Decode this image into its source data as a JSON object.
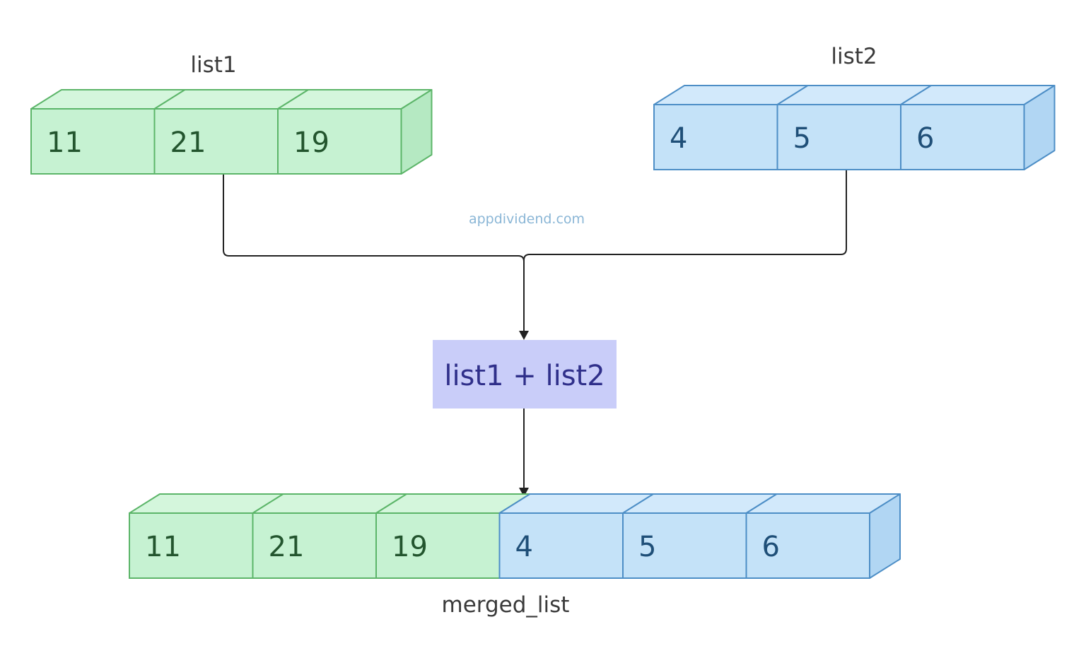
{
  "colors": {
    "green_fill": "#c6f2d2",
    "green_top": "#d4f6dc",
    "green_side": "#b5e9c2",
    "green_stroke": "#5cb569",
    "blue_fill": "#c4e2f8",
    "blue_top": "#d2e9fb",
    "blue_side": "#b1d6f3",
    "blue_stroke": "#4d8ec6",
    "operation_fill": "#c9cdf9",
    "connector": "#222222"
  },
  "list1": {
    "label": "list1",
    "values": [
      "11",
      "21",
      "19"
    ]
  },
  "list2": {
    "label": "list2",
    "values": [
      "4",
      "5",
      "6"
    ]
  },
  "watermark": "appdividend.com",
  "operation": {
    "label": "list1 + list2"
  },
  "merged_list": {
    "label": "merged_list",
    "values": [
      "11",
      "21",
      "19",
      "4",
      "5",
      "6"
    ]
  }
}
